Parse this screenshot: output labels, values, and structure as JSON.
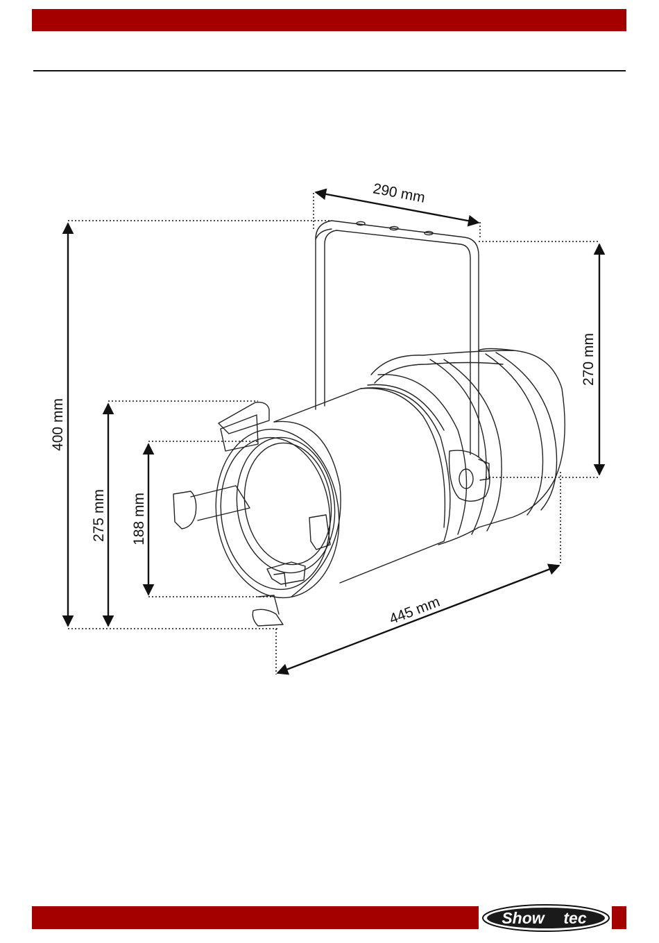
{
  "dimensions": {
    "overall_height": "400 mm",
    "frame_height": "275 mm",
    "lens_diameter": "188 mm",
    "bracket_width": "290 mm",
    "bracket_height": "270 mm",
    "length": "445 mm"
  },
  "brand": {
    "logo_text": "Showtec",
    "logo_text_a": "Show",
    "logo_text_b": "tec",
    "accent_color": "#a50000"
  }
}
